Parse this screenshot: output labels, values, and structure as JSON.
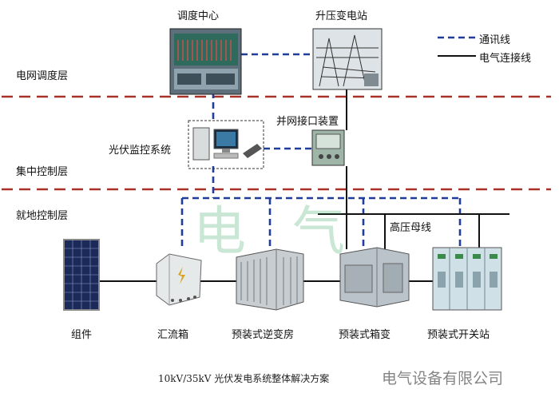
{
  "layers": {
    "grid": "电网调度层",
    "central": "集中控制层",
    "local": "就地控制层"
  },
  "nodes": {
    "dispatch": "调度中心",
    "substation": "升压变电站",
    "monitor": "光伏监控系统",
    "grid_interface": "并网接口装置",
    "hv_bus": "高压母线",
    "module": "组件",
    "combiner": "汇流箱",
    "inverter_house": "预装式逆变房",
    "box_transformer": "预装式箱变",
    "switch_station": "预装式开关站"
  },
  "legend": {
    "comm": "通讯线",
    "elec": "电气连接线"
  },
  "caption": "10kV/35kV 光伏发电系统整体解决方案",
  "watermark": {
    "company": "电气设备有限公司",
    "chars": "电气"
  },
  "colors": {
    "layer_divider": "#a83228",
    "comm_line": "#1f3d99",
    "elec_line": "#111111"
  }
}
